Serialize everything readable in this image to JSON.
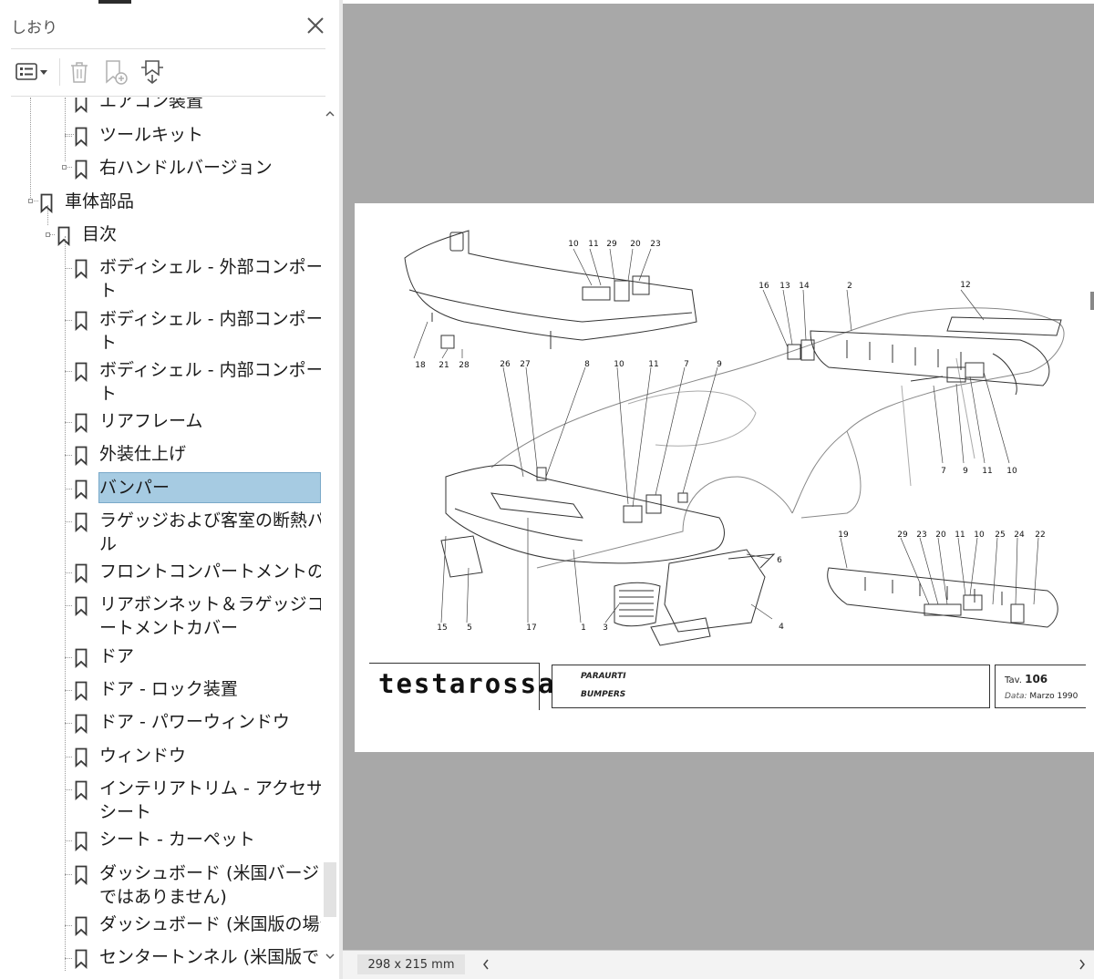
{
  "panel": {
    "title": "しおり",
    "icons": {
      "close": "close-icon",
      "options": "options-list-icon",
      "delete": "trash-icon",
      "new_bookmark": "new-bookmark-icon",
      "find_bookmark": "find-bookmark-icon"
    }
  },
  "tree": {
    "items": [
      {
        "label": "エアコン装置"
      },
      {
        "label": "ツールキット"
      },
      {
        "label": "右ハンドルバージョン"
      },
      {
        "label": "車体部品"
      },
      {
        "label": "目次"
      },
      {
        "label": "ボディシェル - 外部コンポーネン",
        "label2": "ト"
      },
      {
        "label": "ボディシェル - 内部コンポーネン",
        "label2": "ト"
      },
      {
        "label": "ボディシェル - 内部コンポーネン",
        "label2": "ト"
      },
      {
        "label": "リアフレーム"
      },
      {
        "label": "外装仕上げ"
      },
      {
        "label": "バンパー",
        "selected": true
      },
      {
        "label": "ラゲッジおよび客室の断熱パネ",
        "label2": "ル"
      },
      {
        "label": "フロントコンパートメントのリッド"
      },
      {
        "label": "リアボンネット＆ラゲッジコンパ",
        "label2": "ートメントカバー"
      },
      {
        "label": "ドア"
      },
      {
        "label": "ドア - ロック装置"
      },
      {
        "label": "ドア - パワーウィンドウ"
      },
      {
        "label": "ウィンドウ"
      },
      {
        "label": "インテリアトリム - アクセサリー -",
        "label2": "シート"
      },
      {
        "label": "シート - カーペット"
      },
      {
        "label": "ダッシュボード (米国バージョン",
        "label2": "ではありません)"
      },
      {
        "label": "ダッシュボード (米国版の場合)"
      },
      {
        "label": "センタートンネル (米国版では"
      }
    ],
    "selection_color": "#a6cbe2"
  },
  "document": {
    "brand": "testarossa",
    "desc_it": "PARAURTI",
    "desc_en": "BUMPERS",
    "tav_label": "Tav.",
    "tav_number": "106",
    "date_label": "Data:",
    "date_value": "Marzo 1990",
    "callouts": {
      "front_top": [
        "10",
        "11",
        "29",
        "20",
        "23"
      ],
      "rear_top": [
        "16",
        "13",
        "14",
        "2",
        "12"
      ],
      "left_small": [
        "18",
        "21",
        "28"
      ],
      "mid_upper": [
        "26",
        "27",
        "8",
        "10",
        "11",
        "7",
        "9"
      ],
      "rear_lower": [
        "7",
        "9",
        "11",
        "10"
      ],
      "front_lower": [
        "15",
        "5",
        "17",
        "1",
        "3",
        "4",
        "6"
      ],
      "rear_detail": [
        "19",
        "29",
        "23",
        "20",
        "11",
        "10",
        "25",
        "24",
        "22"
      ]
    }
  },
  "status": {
    "page_size": "298 x 215 mm"
  }
}
